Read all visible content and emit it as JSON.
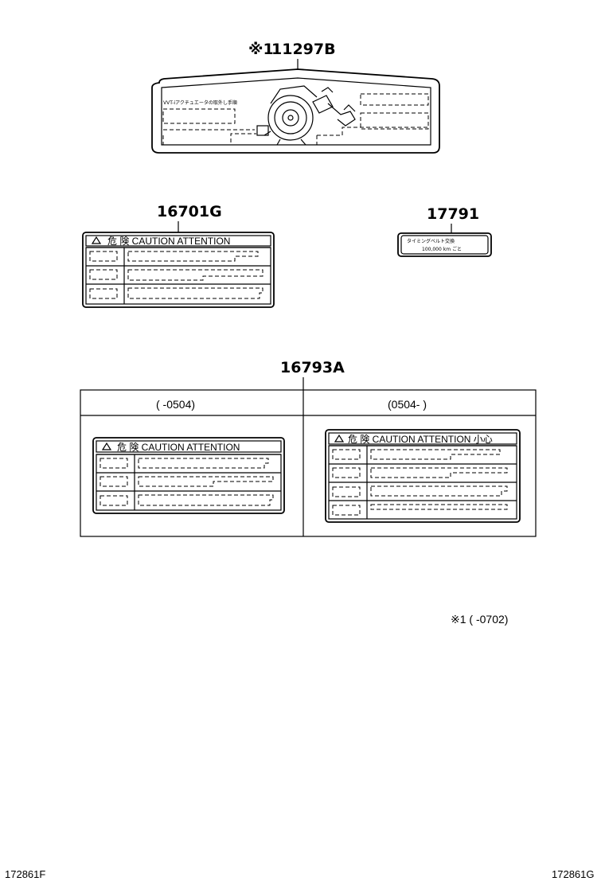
{
  "parts": {
    "p11297b": {
      "note_mark": "※1",
      "number": "11297B",
      "label_text_jp": "VVT-iアクチュエータの取外し手順"
    },
    "p16701g": {
      "number": "16701G",
      "header_text": "危 険   CAUTION   ATTENTION"
    },
    "p17791": {
      "number": "17791",
      "line1": "タイミングベルト交換",
      "line2": "100,000 km ごと"
    },
    "p16793a": {
      "number": "16793A",
      "col_left_header": "(      -0504)",
      "col_right_header": "(0504-      )",
      "left_label_header": "危 険   CAUTION   ATTENTION",
      "right_label_header": "危 険  CAUTION  ATTENTION  小心"
    }
  },
  "footnote": "※1  (      -0702)",
  "footer": {
    "left_code": "172861F",
    "right_code": "172861G"
  }
}
